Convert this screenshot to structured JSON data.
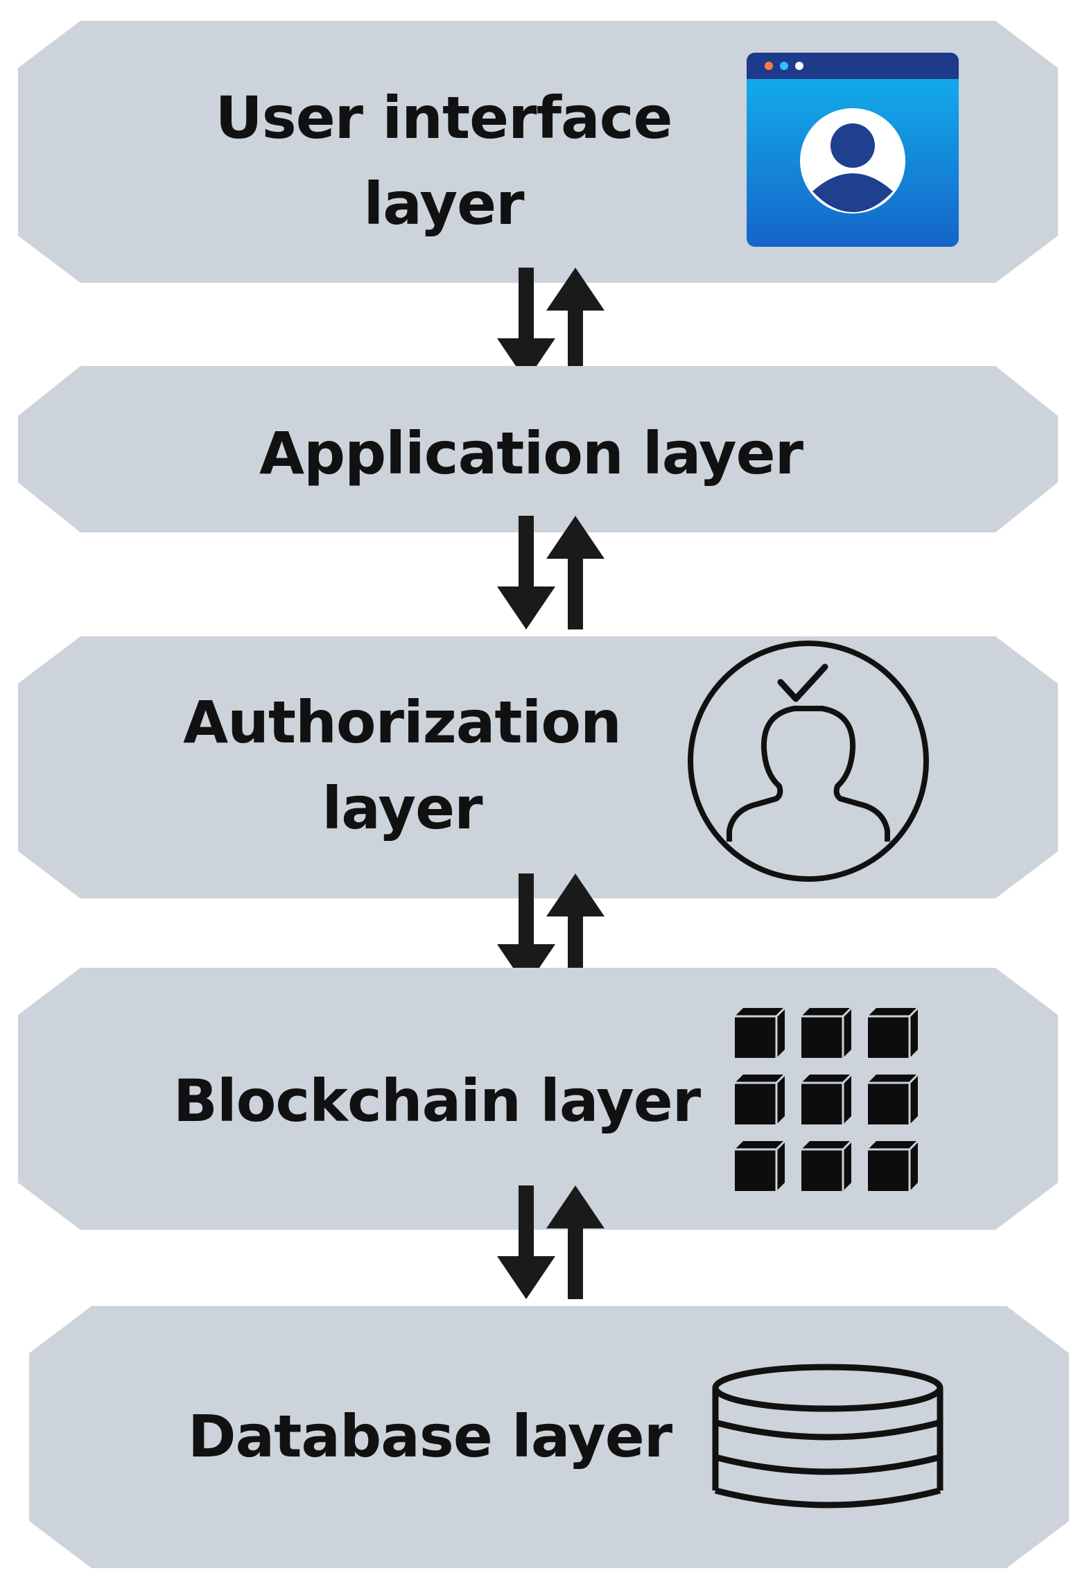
{
  "diagram": {
    "layers": [
      {
        "lines": [
          "User interface",
          "layer"
        ],
        "icon": "browser-user-icon"
      },
      {
        "lines": [
          "Application layer"
        ],
        "icon": ""
      },
      {
        "lines": [
          "Authorization",
          "layer"
        ],
        "icon": "user-check-icon"
      },
      {
        "lines": [
          "Blockchain layer"
        ],
        "icon": "blocks-grid-icon"
      },
      {
        "lines": [
          "Database layer"
        ],
        "icon": "database-icon"
      }
    ],
    "colors": {
      "layer_fill": "#cdd3da",
      "text": "#111111",
      "arrow": "#1a1a1a",
      "browser_blue": "#1e90e8"
    }
  }
}
